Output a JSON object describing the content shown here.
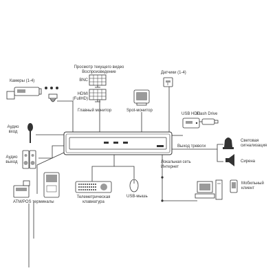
{
  "colors": {
    "line": "#333333",
    "device_fill": "#ffffff",
    "screen": "#9a9a9a",
    "background": "#ffffff"
  },
  "devices": {
    "cameras": {
      "label": "Камеры (1-4)",
      "icon": "camera-icon"
    },
    "view": {
      "line1": "Просмотр текущего видео",
      "line2": "Воспроизведение",
      "bnc": "BNC",
      "hdmi_line1": "HDMI",
      "hdmi_line2": "(FullHD)",
      "main_monitor": "Главный монитор",
      "icon": "grid-monitor-icon"
    },
    "spot": {
      "label": "Spot-монитор",
      "icon": "crt-monitor-icon"
    },
    "sensors": {
      "label": "Датчики (1-4)",
      "icon": "sensor-icon"
    },
    "usb_hdd": {
      "label": "USB HDD",
      "icon": "hard-drive-icon"
    },
    "flash": {
      "label": "Flash Drive",
      "icon": "flash-drive-icon"
    },
    "audio_in": {
      "line1": "Аудио",
      "line2": "вход",
      "icon": "microphone-icon"
    },
    "audio_out": {
      "line1": "Аудио",
      "line2": "выход",
      "icon": "speaker-icon"
    },
    "alarm_out": {
      "label": "Выход тревоги"
    },
    "beacon": {
      "line1": "Световая",
      "line2": "сигнализация",
      "icon": "beacon-icon"
    },
    "siren": {
      "label": "Сирена",
      "icon": "siren-icon"
    },
    "network": {
      "line1": "Локальная сеть",
      "line2": "Интернет"
    },
    "mobile": {
      "line1": "Мобильный",
      "line2": "клиент",
      "icon": "mobile-phone-icon"
    },
    "pc": {
      "icon": "computer-icon"
    },
    "atm": {
      "label": "ATM/POS терминалы",
      "icon": "pos-terminal-icon"
    },
    "keyboard": {
      "line1": "Телеметрическая",
      "line2": "клавиатура",
      "icon": "keyboard-icon"
    },
    "mouse": {
      "label": "USB-мышь",
      "icon": "mouse-icon"
    },
    "dvr": {
      "icon": "dvr-icon"
    }
  }
}
